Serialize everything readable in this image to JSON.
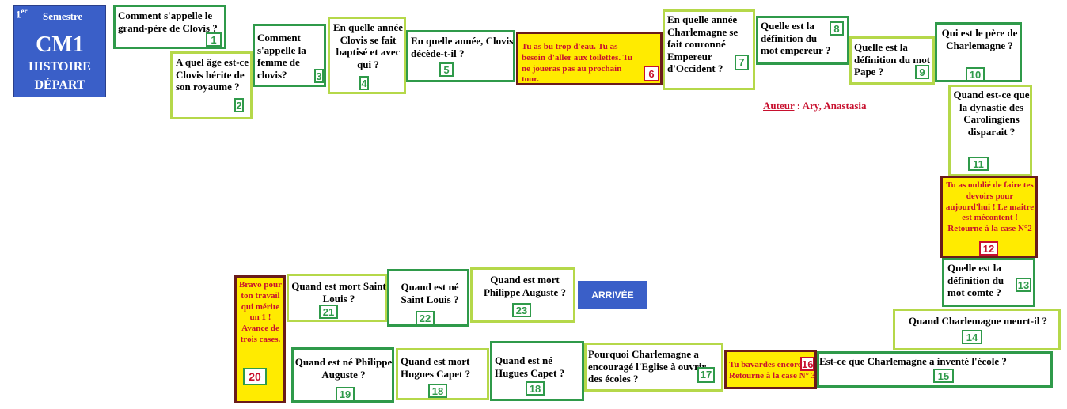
{
  "start": {
    "sem_num": "1",
    "sem_sup": "er",
    "semester": "Semestre",
    "level": "CM1",
    "subject": "HISTOIRE",
    "depart": "DÉPART"
  },
  "finish": {
    "label": "ARRIVÉE"
  },
  "author": {
    "label": "Auteur",
    "names": ": Ary, Anastasia"
  },
  "cases": [
    {
      "n": "1",
      "text": "Comment s'appelle le grand-père de Clovis ?"
    },
    {
      "n": "2",
      "text": "A quel âge est-ce Clovis hérite de son royaume ?"
    },
    {
      "n": "3",
      "text": "Comment s'appelle la femme de clovis?"
    },
    {
      "n": "4",
      "text": "En quelle année Clovis se fait baptisé et avec qui ?"
    },
    {
      "n": "5",
      "text": "En quelle année, Clovis décède-t-il ?"
    },
    {
      "n": "6",
      "text": "Tu as bu trop d'eau. Tu as besoin d'aller aux toilettes. Tu ne joueras pas au  prochain tour."
    },
    {
      "n": "7",
      "text": "En quelle année Charlemagne se fait couronné Empereur d'Occident ?"
    },
    {
      "n": "8",
      "text": "Quelle est la définition du mot empereur ?"
    },
    {
      "n": "9",
      "text": "Quelle est la définition du mot Pape ?"
    },
    {
      "n": "10",
      "text": "Qui est le père de Charlemagne ?"
    },
    {
      "n": "11",
      "text": "Quand est-ce que la dynastie des Carolingiens disparait ?"
    },
    {
      "n": "12",
      "text": "Tu as oublié de faire tes devoirs pour aujourd'hui ! Le maitre est mécontent ! Retourne à la case N°2"
    },
    {
      "n": "13",
      "text": "Quelle est la définition du mot comte ?"
    },
    {
      "n": "14",
      "text": "Quand Charlemagne meurt-il ?"
    },
    {
      "n": "15",
      "text": "Est-ce que Charlemagne a inventé l'école ?"
    },
    {
      "n": "16",
      "text": "Tu bavardes encore ! Retourne à la case N° 3"
    },
    {
      "n": "17",
      "text": "Pourquoi Charlemagne a encouragé l'Eglise à ouvrir des écoles ?"
    },
    {
      "n": "18",
      "text": "Quand est né Hugues Capet ?"
    },
    {
      "n": "18",
      "text": "Quand est mort Hugues Capet ?"
    },
    {
      "n": "19",
      "text": "Quand est né Philippe Auguste ?"
    },
    {
      "n": "20",
      "text": "Bravo pour ton travail qui mérite un 1 ! Avance de trois cases."
    },
    {
      "n": "21",
      "text": "Quand est mort Saint Louis ?"
    },
    {
      "n": "22",
      "text": "Quand est né Saint Louis ?"
    },
    {
      "n": "23",
      "text": "Quand est mort Philippe Auguste ?"
    }
  ]
}
